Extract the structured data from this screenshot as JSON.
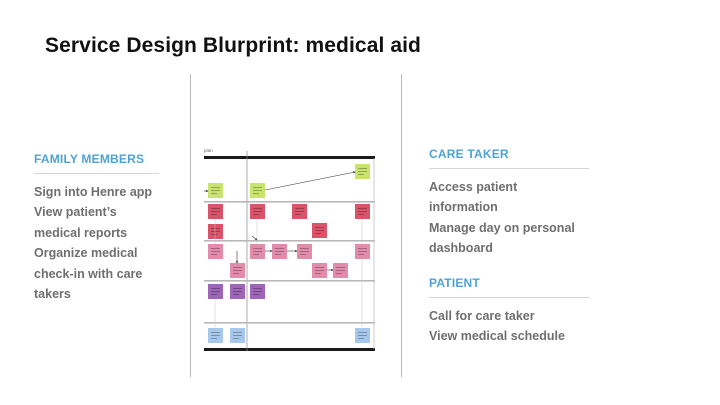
{
  "title": "Service Design Blurprint: medical aid",
  "sections": {
    "family": {
      "heading": "FAMILY MEMBERS",
      "items": [
        "Sign into Henre app",
        "View patient’s medical reports",
        "Organize medical check-in with care takers"
      ]
    },
    "caretaker": {
      "heading": "CARE TAKER",
      "items": [
        "Access patient information",
        "Manage day on personal dashboard"
      ]
    },
    "patient": {
      "heading": "PATIENT",
      "items": [
        "Call for care taker",
        "View medical schedule"
      ]
    }
  },
  "diagram": {
    "caption": "plan",
    "colors": {
      "lime": "#c9e46e",
      "red": "#d9536b",
      "pink": "#e28cab",
      "purple": "#9e66b6",
      "blue": "#a6c8ec",
      "lane_line": "#b8b8b8",
      "frame": "#1a1a1a"
    }
  }
}
